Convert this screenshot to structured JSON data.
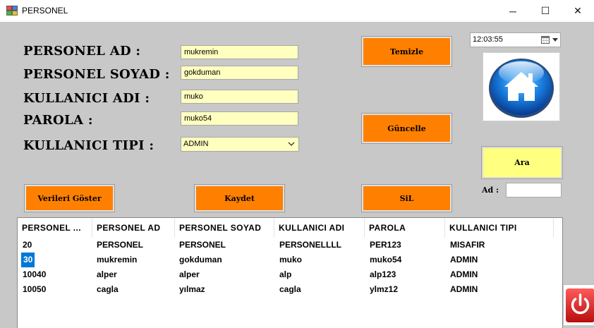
{
  "window": {
    "title": "PERSONEL",
    "minimize_glyph": "─",
    "maximize_glyph": "☐",
    "close_glyph": "✕",
    "app_icon": "form-window-icon"
  },
  "form": {
    "labels": {
      "ad": "PERSONEL AD :",
      "soyad": "PERSONEL SOYAD :",
      "kullanici_adi": "KULLANICI ADI  :",
      "parola": "PAROLA  :",
      "kullanici_tipi": "KULLANICI TIPI  :"
    },
    "values": {
      "ad": " mukremin",
      "soyad": "gokduman",
      "kullanici_adi": "muko",
      "parola": "muko54",
      "kullanici_tipi": "ADMIN"
    }
  },
  "buttons": {
    "temizle": "Temizle",
    "guncelle": "Güncelle",
    "verileri_goster": "Verileri Göster",
    "kaydet": "Kaydet",
    "sil": "SiL",
    "ara": "Ara"
  },
  "time_picker": {
    "value": "12:03:55",
    "icon": "calendar-icon"
  },
  "search": {
    "label": "Ad :",
    "value": ""
  },
  "icons": {
    "home": "home-icon",
    "power": "power-icon"
  },
  "colors": {
    "background": "#c8c8c8",
    "button_orange": "#ff8000",
    "input_yellow": "#ffffc0",
    "search_yellow": "#ffff80",
    "selection_blue": "#0078d7",
    "power_red": "#e02020"
  },
  "grid": {
    "columns": [
      "PERSONEL ...",
      "PERSONEL  AD",
      "PERSONEL   SOYAD",
      "KULLANICI  ADI",
      "PAROLA",
      "KULLANICI   TIPI"
    ],
    "rows": [
      [
        "20",
        " PERSONEL",
        "PERSONEL",
        "PERSONELLLL",
        "PER123",
        "MISAFIR"
      ],
      [
        "30",
        " mukremin",
        "gokduman",
        "muko",
        "muko54",
        "ADMIN"
      ],
      [
        "10040",
        "alper",
        "alper",
        "alp",
        "alp123",
        "ADMIN"
      ],
      [
        "10050",
        "cagla",
        "yılmaz",
        "cagla",
        "ylmz12",
        "ADMIN"
      ]
    ],
    "selected_row": 1
  }
}
